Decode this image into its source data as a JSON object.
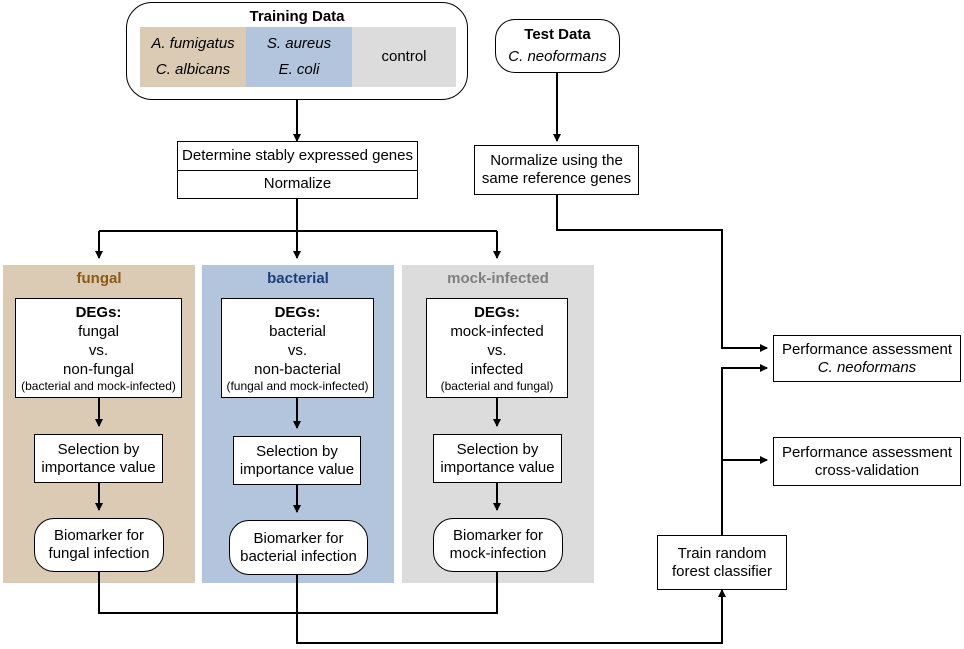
{
  "training": {
    "title": "Training Data",
    "fungal_species": [
      "A. fumigatus",
      "C. albicans"
    ],
    "bacterial_species": [
      "S. aureus",
      "E. coli"
    ],
    "control": "control",
    "colors": {
      "fungal": "#dccbb4",
      "bacterial": "#b3c5dd",
      "control": "#dcdcdc"
    }
  },
  "test": {
    "title": "Test Data",
    "species": "C. neoformans"
  },
  "steps": {
    "stable": "Determine stably expressed genes",
    "normalize": "Normalize",
    "normalize_ref_line1": "Normalize using the",
    "normalize_ref_line2": "same reference genes"
  },
  "panels": [
    {
      "title": "fungal",
      "title_color": "#8b5a16",
      "bg": "#dccbb4",
      "degs_title": "DEGs:",
      "degs_a": "fungal",
      "vs": "vs.",
      "degs_b": "non-fungal",
      "degs_note": "(bacterial and mock-infected)",
      "selection_line1": "Selection by",
      "selection_line2": "importance value",
      "biomarker_line1": "Biomarker for",
      "biomarker_line2": "fungal infection"
    },
    {
      "title": "bacterial",
      "title_color": "#1a3f7a",
      "bg": "#b3c5dd",
      "degs_title": "DEGs:",
      "degs_a": "bacterial",
      "vs": "vs.",
      "degs_b": "non-bacterial",
      "degs_note": "(fungal and mock-infected)",
      "selection_line1": "Selection by",
      "selection_line2": "importance value",
      "biomarker_line1": "Biomarker for",
      "biomarker_line2": "bacterial infection"
    },
    {
      "title": "mock-infected",
      "title_color": "#7f7f7f",
      "bg": "#dcdcdc",
      "degs_title": "DEGs:",
      "degs_a": "mock-infected",
      "vs": "vs.",
      "degs_b": "infected",
      "degs_note": "(bacterial and fungal)",
      "selection_line1": "Selection by",
      "selection_line2": "importance value",
      "biomarker_line1": "Biomarker for",
      "biomarker_line2": "mock-infection"
    }
  ],
  "classifier": {
    "line1": "Train random",
    "line2": "forest classifier"
  },
  "assessment_test": {
    "line1": "Performance assessment",
    "line2": "C. neoformans"
  },
  "assessment_cv": {
    "line1": "Performance assessment",
    "line2": "cross-validation"
  }
}
